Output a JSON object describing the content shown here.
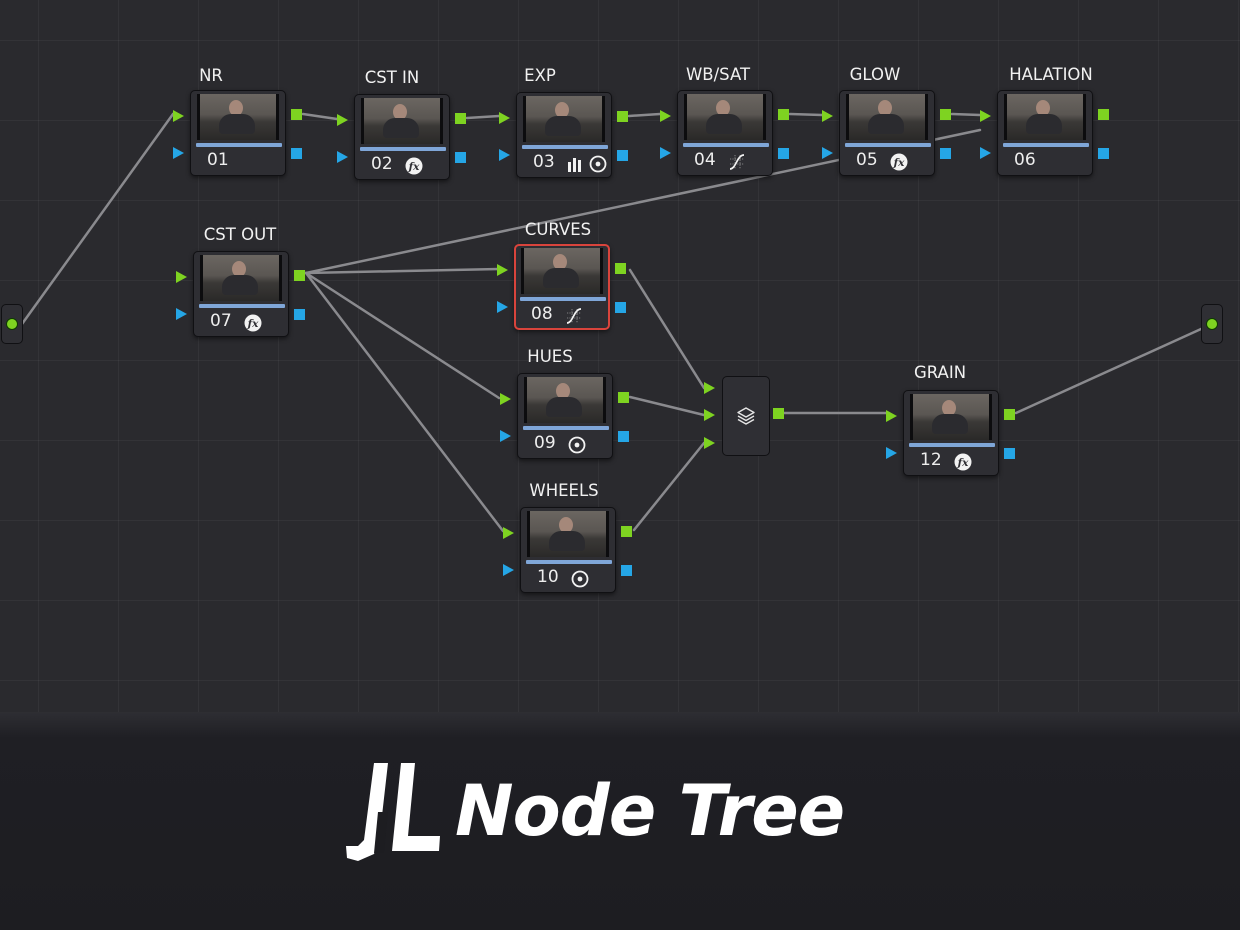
{
  "footer": {
    "title": "Node Tree",
    "logo_text": "JL"
  },
  "nodes": [
    {
      "label": "NR",
      "number": "01",
      "tools": []
    },
    {
      "label": "CST IN",
      "number": "02",
      "tools": [
        "fx-icon"
      ]
    },
    {
      "label": "EXP",
      "number": "03",
      "tools": [
        "bars-icon",
        "circle-dot-icon"
      ]
    },
    {
      "label": "WB/SAT",
      "number": "04",
      "tools": [
        "curve-icon"
      ]
    },
    {
      "label": "GLOW",
      "number": "05",
      "tools": [
        "fx-icon"
      ]
    },
    {
      "label": "HALATION",
      "number": "06",
      "tools": []
    },
    {
      "label": "CST OUT",
      "number": "07",
      "tools": [
        "fx-icon"
      ]
    },
    {
      "label": "CURVES",
      "number": "08",
      "tools": [
        "curve-icon"
      ],
      "selected": true
    },
    {
      "label": "HUES",
      "number": "09",
      "tools": [
        "circle-dot-icon"
      ]
    },
    {
      "label": "WHEELS",
      "number": "10",
      "tools": [
        "circle-dot-icon"
      ]
    },
    {
      "label": "GRAIN",
      "number": "12",
      "tools": [
        "fx-icon"
      ]
    }
  ],
  "layer_mixer": {
    "icon": "layers-icon"
  },
  "colors": {
    "rgb_port": "#7ed321",
    "alpha_port": "#25a6e6",
    "selected_border": "#d9443c",
    "wire": "#8c8c8c"
  }
}
